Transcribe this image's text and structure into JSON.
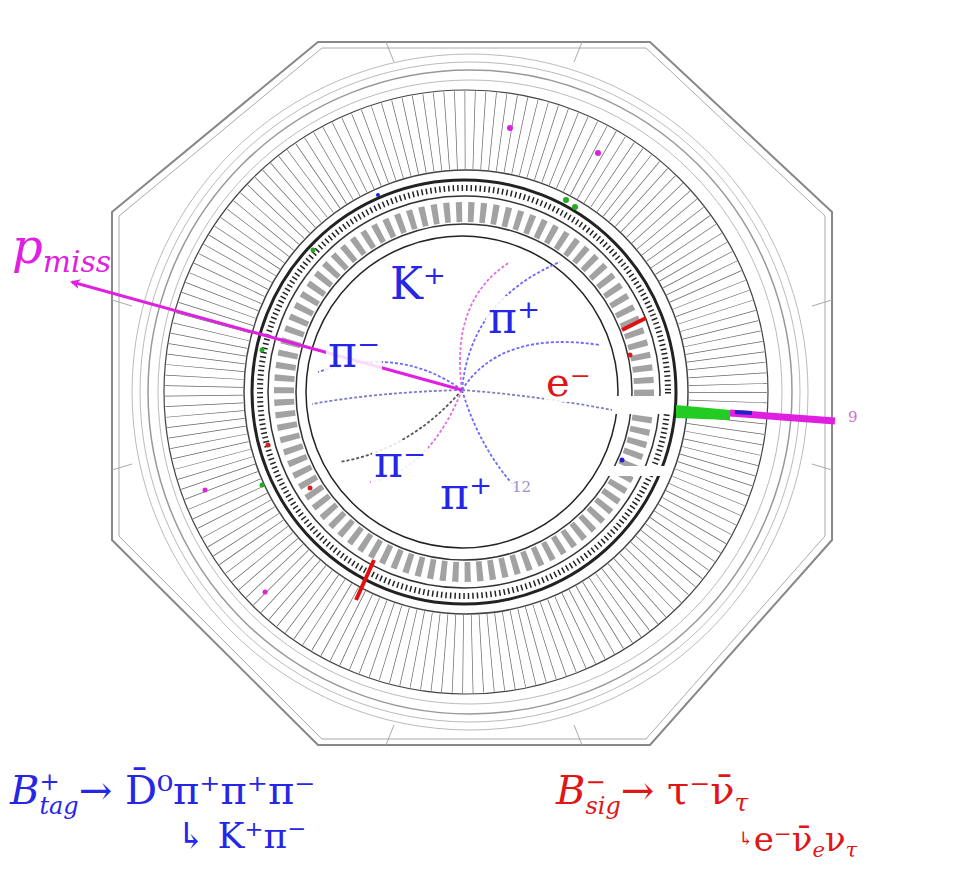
{
  "diagram": {
    "labels": [
      "p",
      "miss",
      "K⁺",
      "π⁺",
      "π⁻",
      "e⁻",
      "π⁻",
      "π⁺",
      "B",
      "+",
      "tag",
      "→ D̄⁰π⁺π⁺π⁻",
      "↳ K⁺π⁻",
      "B",
      "−",
      "sig",
      "→ τ⁻ν̄",
      "τ",
      "↳",
      "e⁻ν̄",
      "e",
      "ν",
      "τ",
      "9",
      "12"
    ]
  }
}
